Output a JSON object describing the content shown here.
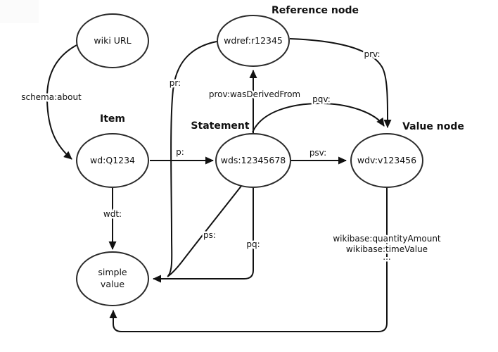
{
  "colors": {
    "background": "#ffffff",
    "line": "#111111",
    "ellipse_stroke": "#2b2b2b",
    "text": "#111111"
  },
  "headers": {
    "reference_node": "Reference node",
    "item": "Item",
    "statement": "Statement",
    "value_node": "Value node"
  },
  "nodes": {
    "wiki_url": "wiki URL",
    "wdref": "wdref:r12345",
    "wd": "wd:Q1234",
    "wds": "wds:12345678",
    "wdv": "wdv:v123456",
    "simple_value_line1": "simple",
    "simple_value_line2": "value"
  },
  "edge_labels": {
    "schema_about": "schema:about",
    "pr": "pr:",
    "p": "p:",
    "prov": "prov:wasDerivedFrom",
    "pqv": "pqv:",
    "prv": "prv:",
    "psv": "psv:",
    "wdt": "wdt:",
    "ps": "ps:",
    "pq": "pq:",
    "wikibase_line1": "wikibase:quantityAmount",
    "wikibase_line2": "wikibase:timeValue",
    "wikibase_line3": "..."
  }
}
